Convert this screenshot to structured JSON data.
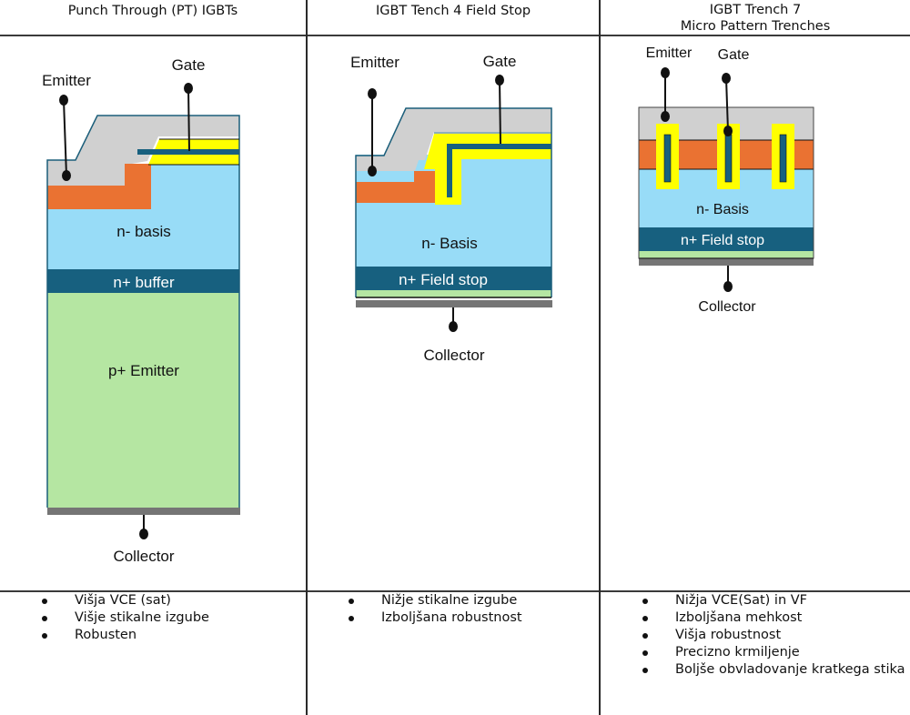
{
  "colors": {
    "metal": "#d0d0d0",
    "oxide": "#ffff00",
    "gate_poly": "#17607f",
    "p_body": "#ea7232",
    "n_basis": "#98dcf7",
    "n_plus": "#17607f",
    "p_plus": "#b5e6a2",
    "collector_metal": "#757575",
    "outline": "#1b5e7a"
  },
  "columns": [
    {
      "title_lines": [
        "Punch Through (PT) IGBTs"
      ],
      "labels": {
        "emitter": "Emitter",
        "gate": "Gate",
        "basis": "n- basis",
        "buffer": "n+ buffer",
        "p_emitter": "p+ Emitter",
        "collector": "Collector"
      },
      "bullets": [
        "Višja VCE (sat)",
        "Višje stikalne izgube",
        "Robusten"
      ]
    },
    {
      "title_lines": [
        "IGBT Tench 4 Field Stop"
      ],
      "labels": {
        "emitter": "Emitter",
        "gate": "Gate",
        "basis": "n- Basis",
        "field_stop": "n+ Field stop",
        "collector": "Collector"
      },
      "bullets": [
        "Nižje stikalne izgube",
        "Izboljšana robustnost"
      ]
    },
    {
      "title_lines": [
        "IGBT Trench 7",
        "Micro Pattern Trenches"
      ],
      "labels": {
        "emitter": "Emitter",
        "gate": "Gate",
        "basis": "n- Basis",
        "field_stop": "n+ Field stop",
        "collector": "Collector"
      },
      "bullets": [
        "Nižja VCE(Sat) in VF",
        "Izboljšana mehkost",
        "Višja robustnost",
        "Precizno krmiljenje",
        "Boljše obvladovanje kratkega stika"
      ]
    }
  ]
}
